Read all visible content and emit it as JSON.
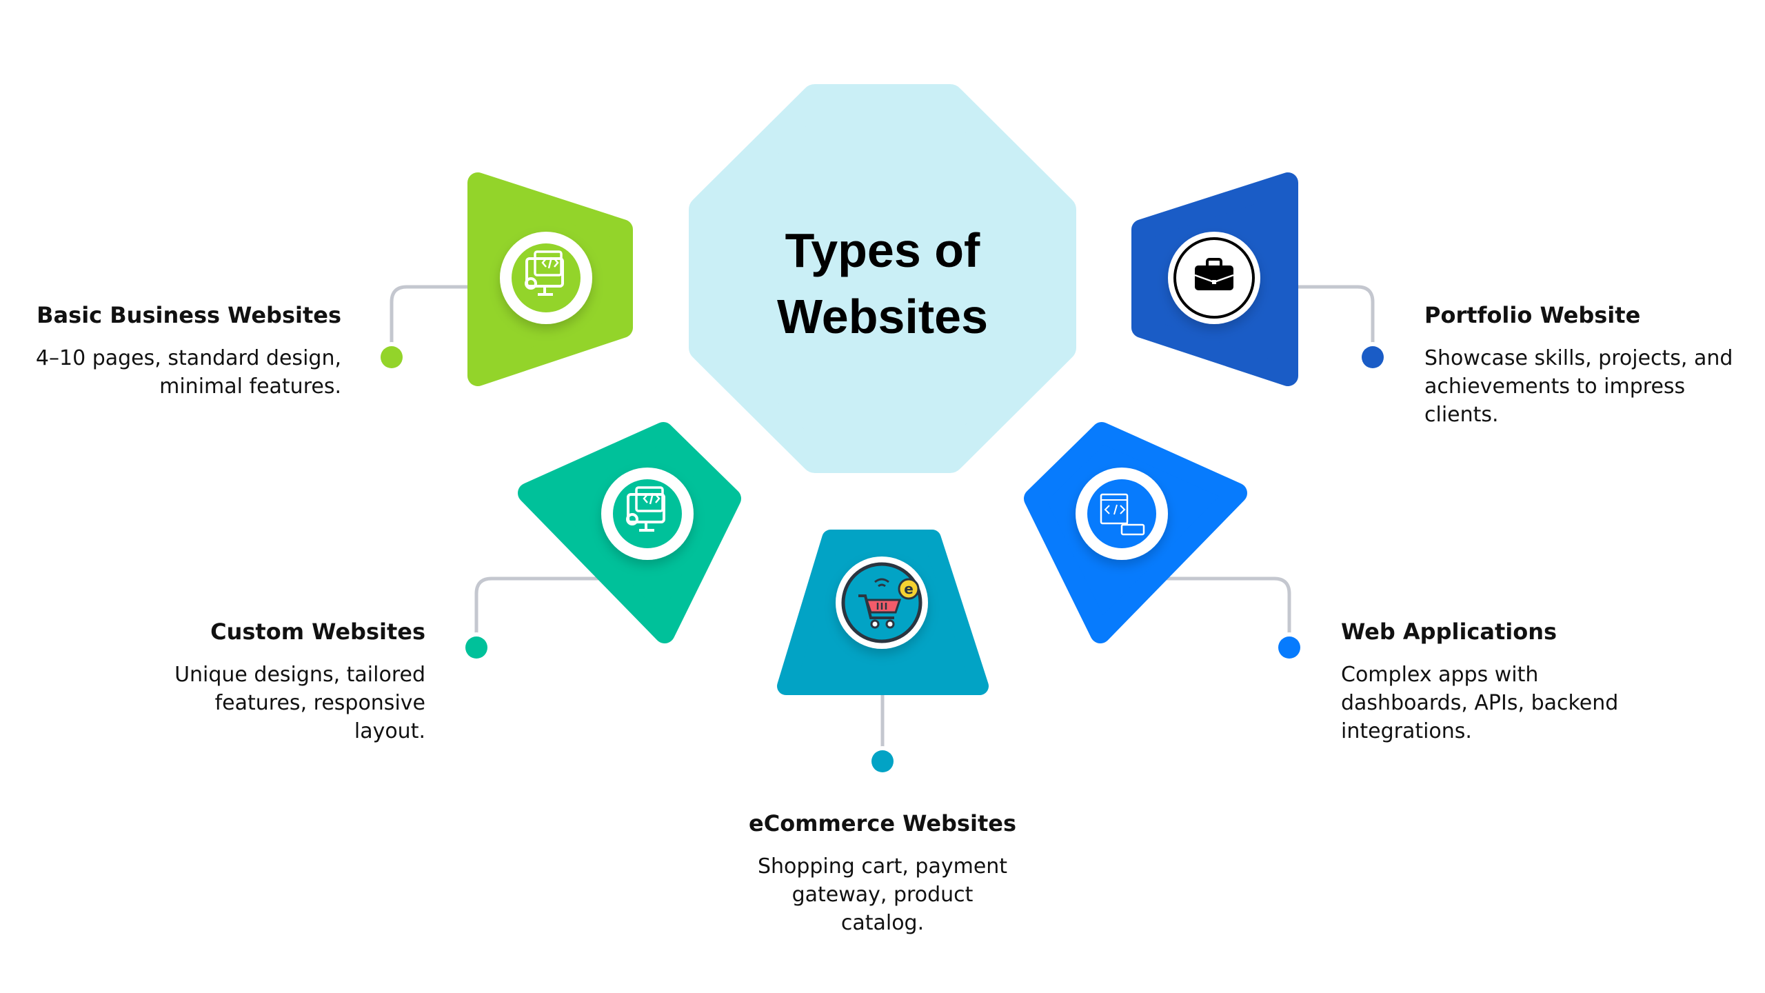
{
  "title": {
    "line1": "Types of",
    "line2": "Websites"
  },
  "colors": {
    "center": "#caeff6",
    "basic": "#93d42a",
    "portfolio": "#1a5cc6",
    "custom": "#00c19a",
    "webapp": "#077bfd",
    "ecommerce": "#02a3c5",
    "connector": "#c4c7cf"
  },
  "items": [
    {
      "title": "Basic Business Websites",
      "description": "4–10 pages, standard design, minimal features.",
      "icon": "web-development-monitor-icon"
    },
    {
      "title": "Portfolio Website",
      "description": "Showcase skills, projects, and achievements to impress clients.",
      "icon": "briefcase-icon"
    },
    {
      "title": "Custom Websites",
      "description": "Unique designs, tailored features, responsive layout.",
      "icon": "web-development-monitor-icon"
    },
    {
      "title": "Web Applications",
      "description": "Complex apps with dashboards, APIs, backend integrations.",
      "icon": "code-window-keyboard-icon"
    },
    {
      "title": "eCommerce Websites",
      "description": "Shopping cart, payment gateway, product catalog.",
      "icon": "shopping-cart-icon"
    }
  ]
}
